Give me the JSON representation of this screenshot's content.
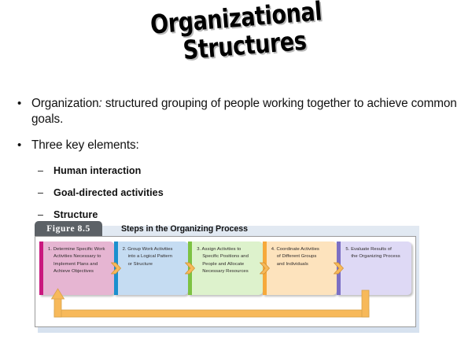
{
  "slide": {
    "title_line1": "Organizational",
    "title_line2": "Structures"
  },
  "bullets": [
    {
      "marker": "•",
      "term": "Organization",
      "colon": ":",
      "text": " structured grouping of people working together to achieve common goals."
    },
    {
      "marker": "•",
      "term": "",
      "colon": "",
      "text": "Three key elements:"
    }
  ],
  "sub_bullets": [
    {
      "marker": "–",
      "label": "Human interaction"
    },
    {
      "marker": "–",
      "label": "Goal-directed activities"
    },
    {
      "marker": "–",
      "label": "Structure"
    }
  ],
  "figure": {
    "tab_label": "Figure 8.5",
    "caption": "Steps in the Organizing Process",
    "tab_color": "#5c6166",
    "frame_color": "#9a9a9a",
    "arrow_color": "#f5b751",
    "steps": [
      {
        "number": "1.",
        "lines": [
          "1. Determine Specific Work",
          "Activities Necessary to",
          "Implement Plans and",
          "Achieve Objectives"
        ],
        "fill": "#e6b5d2",
        "edge": "#c9187e"
      },
      {
        "number": "2.",
        "lines": [
          "2. Group Work Activities",
          "into a Logical Pattern",
          "or Structure"
        ],
        "fill": "#c5dcf2",
        "edge": "#1b8fce"
      },
      {
        "number": "3.",
        "lines": [
          "3. Assign Activities to",
          "Specific Positions and",
          "People and Allocate",
          "Necessary Resources"
        ],
        "fill": "#ddf2cc",
        "edge": "#7dc242"
      },
      {
        "number": "4.",
        "lines": [
          "4. Coordinate Activities",
          "of Different Groups",
          "and Individuals"
        ],
        "fill": "#fde3bd",
        "edge": "#f6a93b"
      },
      {
        "number": "5.",
        "lines": [
          "5. Evaluate Results of",
          "the Organizing Process"
        ],
        "fill": "#ded9f5",
        "edge": "#7b6fc4"
      }
    ],
    "feedback_loop": "feedback-arrow-from-step-5-to-step-1"
  }
}
